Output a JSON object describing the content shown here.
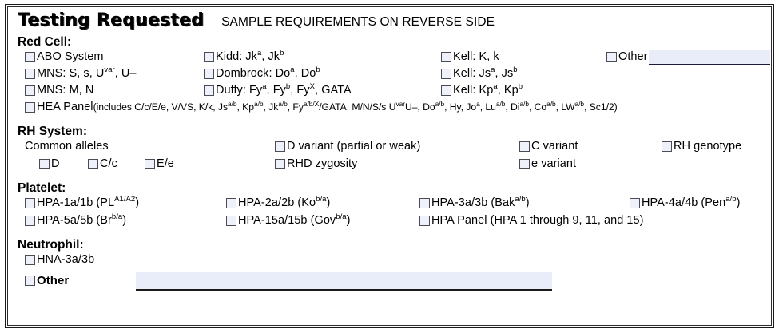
{
  "header": {
    "title": "Testing Requested",
    "subtitle": "SAMPLE REQUIREMENTS ON REVERSE SIDE"
  },
  "sections": {
    "red_cell": {
      "heading": "Red Cell:",
      "rows": [
        {
          "c1": "ABO System",
          "c2_pre": "Kidd: Jk",
          "c2_sup1": "a",
          "c2_mid": ", Jk",
          "c2_sup2": "b",
          "c3_pre": "Kell: K, k",
          "c3_sup1": "",
          "c3_mid": "",
          "c3_sup2": "",
          "c4": "Other"
        },
        {
          "c1_pre": "MNS: S, s, U",
          "c1_sup": "var",
          "c1_post": ", U–",
          "c2_pre": "Dombrock: Do",
          "c2_sup1": "a",
          "c2_mid": ", Do",
          "c2_sup2": "b",
          "c3_pre": "Kell: Js",
          "c3_sup1": "a",
          "c3_mid": ", Js",
          "c3_sup2": "b"
        },
        {
          "c1": "MNS: M, N",
          "c2_pre": "Duffy: Fy",
          "c2_sup1": "a",
          "c2_mid": ", Fy",
          "c2_sup2": "b",
          "c2_mid2": ", Fy",
          "c2_sup3": "X",
          "c2_post": ", GATA",
          "c3_pre": "Kell: Kp",
          "c3_sup1": "a",
          "c3_mid": ", Kp",
          "c3_sup2": "b"
        }
      ],
      "hea_label": "HEA Panel",
      "hea_note": [
        {
          "t": " (includes C/c/E/e, V/VS, K/k, Js"
        },
        {
          "s": "a/b"
        },
        {
          "t": ", Kp"
        },
        {
          "s": "a/b"
        },
        {
          "t": ", Jk"
        },
        {
          "s": "a/b"
        },
        {
          "t": ", Fy"
        },
        {
          "s": "a/b/X"
        },
        {
          "t": "/GATA, M/N/S/s U"
        },
        {
          "s": "var"
        },
        {
          "t": "U–, Do"
        },
        {
          "s": "a/b"
        },
        {
          "t": ", Hy, Jo"
        },
        {
          "s": "a"
        },
        {
          "t": ", Lu"
        },
        {
          "s": "a/b"
        },
        {
          "t": ", Di"
        },
        {
          "s": "a/b"
        },
        {
          "t": ", Co"
        },
        {
          "s": "a/b"
        },
        {
          "t": ", LW"
        },
        {
          "s": "a/b"
        },
        {
          "t": ", Sc1/2)"
        }
      ]
    },
    "rh_system": {
      "heading": "RH System:",
      "common_alleles_label": "Common alleles",
      "allele_boxes": [
        "D",
        "C/c",
        "E/e"
      ],
      "col2": [
        "D variant (partial or weak)",
        "RHD zygosity"
      ],
      "col3": [
        "C variant",
        "e variant"
      ],
      "col4": [
        "RH genotype"
      ]
    },
    "platelet": {
      "heading": "Platelet:",
      "row1": [
        {
          "pre": "HPA-1a/1b (PL",
          "sup": "A1/A2",
          "post": ")"
        },
        {
          "pre": "HPA-2a/2b (Ko",
          "sup": "b/a",
          "post": ")"
        },
        {
          "pre": "HPA-3a/3b (Bak",
          "sup": "a/b",
          "post": ")"
        },
        {
          "pre": "HPA-4a/4b (Pen",
          "sup": "a/b",
          "post": ")"
        }
      ],
      "row2": [
        {
          "pre": "HPA-5a/5b (Br",
          "sup": "b/a",
          "post": ")"
        },
        {
          "pre": "HPA-15a/15b (Gov",
          "sup": "b/a",
          "post": ")"
        },
        {
          "pre": "HPA Panel (HPA 1 through 9, 11, and 15)",
          "sup": "",
          "post": ""
        }
      ]
    },
    "neutrophil": {
      "heading": "Neutrophil:",
      "item": "HNA-3a/3b"
    },
    "other_bottom": {
      "label": "Other",
      "value": ""
    }
  },
  "colors": {
    "checkbox_fill": "#eef0fa",
    "checkbox_border": "#4b4b57",
    "input_fill": "#e9edfa",
    "border": "#1a1a1a",
    "text": "#000000"
  }
}
